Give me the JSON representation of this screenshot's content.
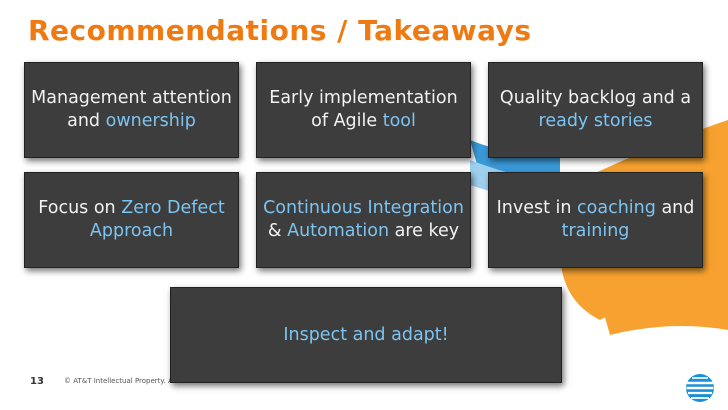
{
  "slide": {
    "title": "Recommendations / Takeaways",
    "page_number": "13",
    "footer": "© AT&T Intellectual Property. All rights reserved."
  },
  "boxes": [
    {
      "parts": [
        {
          "text": "Management attention and ",
          "hl": false
        },
        {
          "text": "ownership",
          "hl": true
        }
      ]
    },
    {
      "parts": [
        {
          "text": "Early implementation of Agile ",
          "hl": false
        },
        {
          "text": "tool",
          "hl": true
        }
      ]
    },
    {
      "parts": [
        {
          "text": "Quality backlog and a ",
          "hl": false
        },
        {
          "text": "ready stories",
          "hl": true
        }
      ]
    },
    {
      "parts": [
        {
          "text": "Focus on ",
          "hl": false
        },
        {
          "text": "Zero Defect Approach",
          "hl": true
        }
      ]
    },
    {
      "parts": [
        {
          "text": "Continuous Integration",
          "hl": true
        },
        {
          "text": " & ",
          "hl": false
        },
        {
          "text": "Automation",
          "hl": true
        },
        {
          "text": " are key",
          "hl": false
        }
      ]
    },
    {
      "parts": [
        {
          "text": "Invest in ",
          "hl": false
        },
        {
          "text": "coaching",
          "hl": true
        },
        {
          "text": " and ",
          "hl": false
        },
        {
          "text": "training",
          "hl": true
        }
      ]
    },
    {
      "parts": [
        {
          "text": "Inspect and adapt!",
          "hl": true
        }
      ]
    }
  ],
  "colors": {
    "title": "#f07a12",
    "box_bg": "#3d3d3d",
    "box_text": "#f2f2f2",
    "highlight": "#7cc4f2",
    "accent_orange": "#f59a1c",
    "accent_blue": "#3a9ad9"
  },
  "icons": {
    "logo": "att-globe-icon"
  }
}
